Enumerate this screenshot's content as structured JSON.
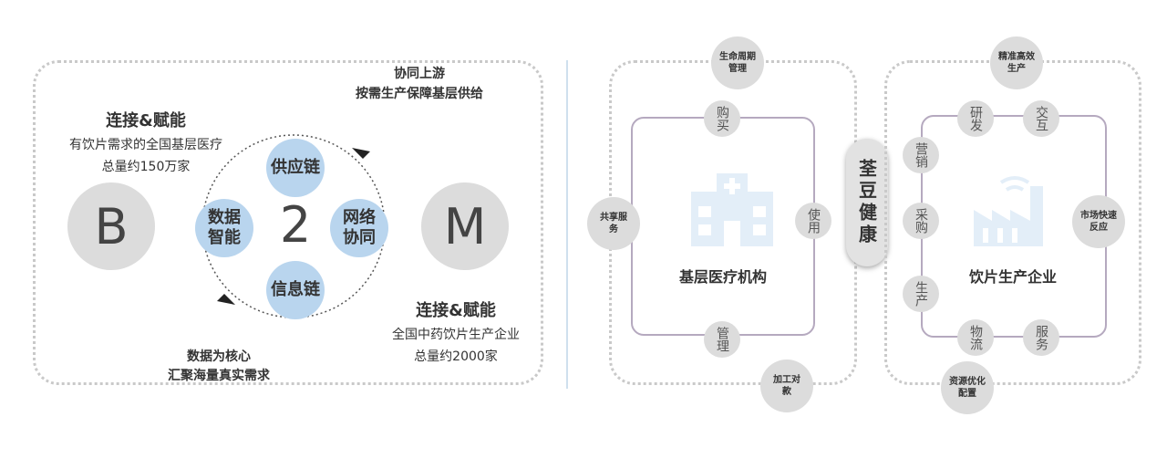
{
  "left": {
    "top_arrow_label": [
      "协同上游",
      "按需生产保障基层供给"
    ],
    "b_title": "连接&赋能",
    "b_desc": [
      "有饮片需求的全国基层医疗",
      "总量约150万家"
    ],
    "b_letter": "B",
    "m_letter": "M",
    "center_number": "2",
    "hub_nodes": {
      "top": "供应链",
      "left": "数据智能",
      "right": "网络协同",
      "bottom": "信息链"
    },
    "m_title": "连接&赋能",
    "m_desc": [
      "全国中药饮片生产企业",
      "总量约2000家"
    ],
    "bottom_label": [
      "数据为核心",
      "汇聚海量真实需求"
    ]
  },
  "center_brand": "荃豆健康",
  "medical": {
    "title": "基层医疗机构",
    "outer": {
      "top": "生命周期管理",
      "left": "共享服务",
      "bottom_right": "加工对款"
    },
    "inner": {
      "top": "购买",
      "right": "使用",
      "bottom": "管理"
    }
  },
  "factory": {
    "title": "饮片生产企业",
    "outer": {
      "top": "精准高效生产",
      "right": "市场快速反应",
      "bottom": "资源优化配置"
    },
    "inner": {
      "top1": "研发",
      "top2": "交互",
      "left1": "营销",
      "left2": "采购",
      "left3": "生产",
      "bottom1": "物流",
      "bottom2": "服务"
    }
  }
}
